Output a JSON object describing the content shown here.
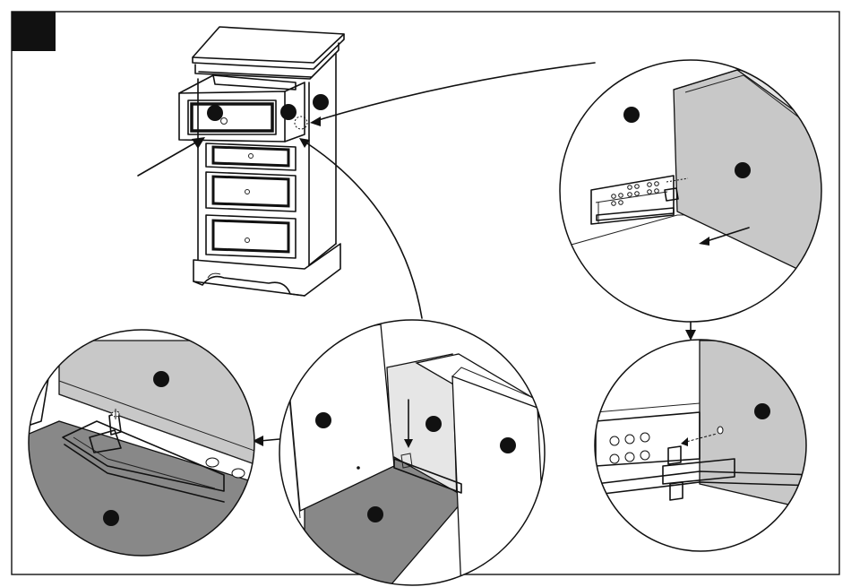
{
  "figure": {
    "colors": {
      "frame": "#111111",
      "panel_gray": "#c8c8c8",
      "dark_gray": "#888888",
      "background": "#ffffff"
    },
    "callouts": [
      "cabinet-overview",
      "drawer-slide-release-detail",
      "slide-clip-detail",
      "drawer-insertion-detail",
      "slide-lock-detail"
    ]
  }
}
